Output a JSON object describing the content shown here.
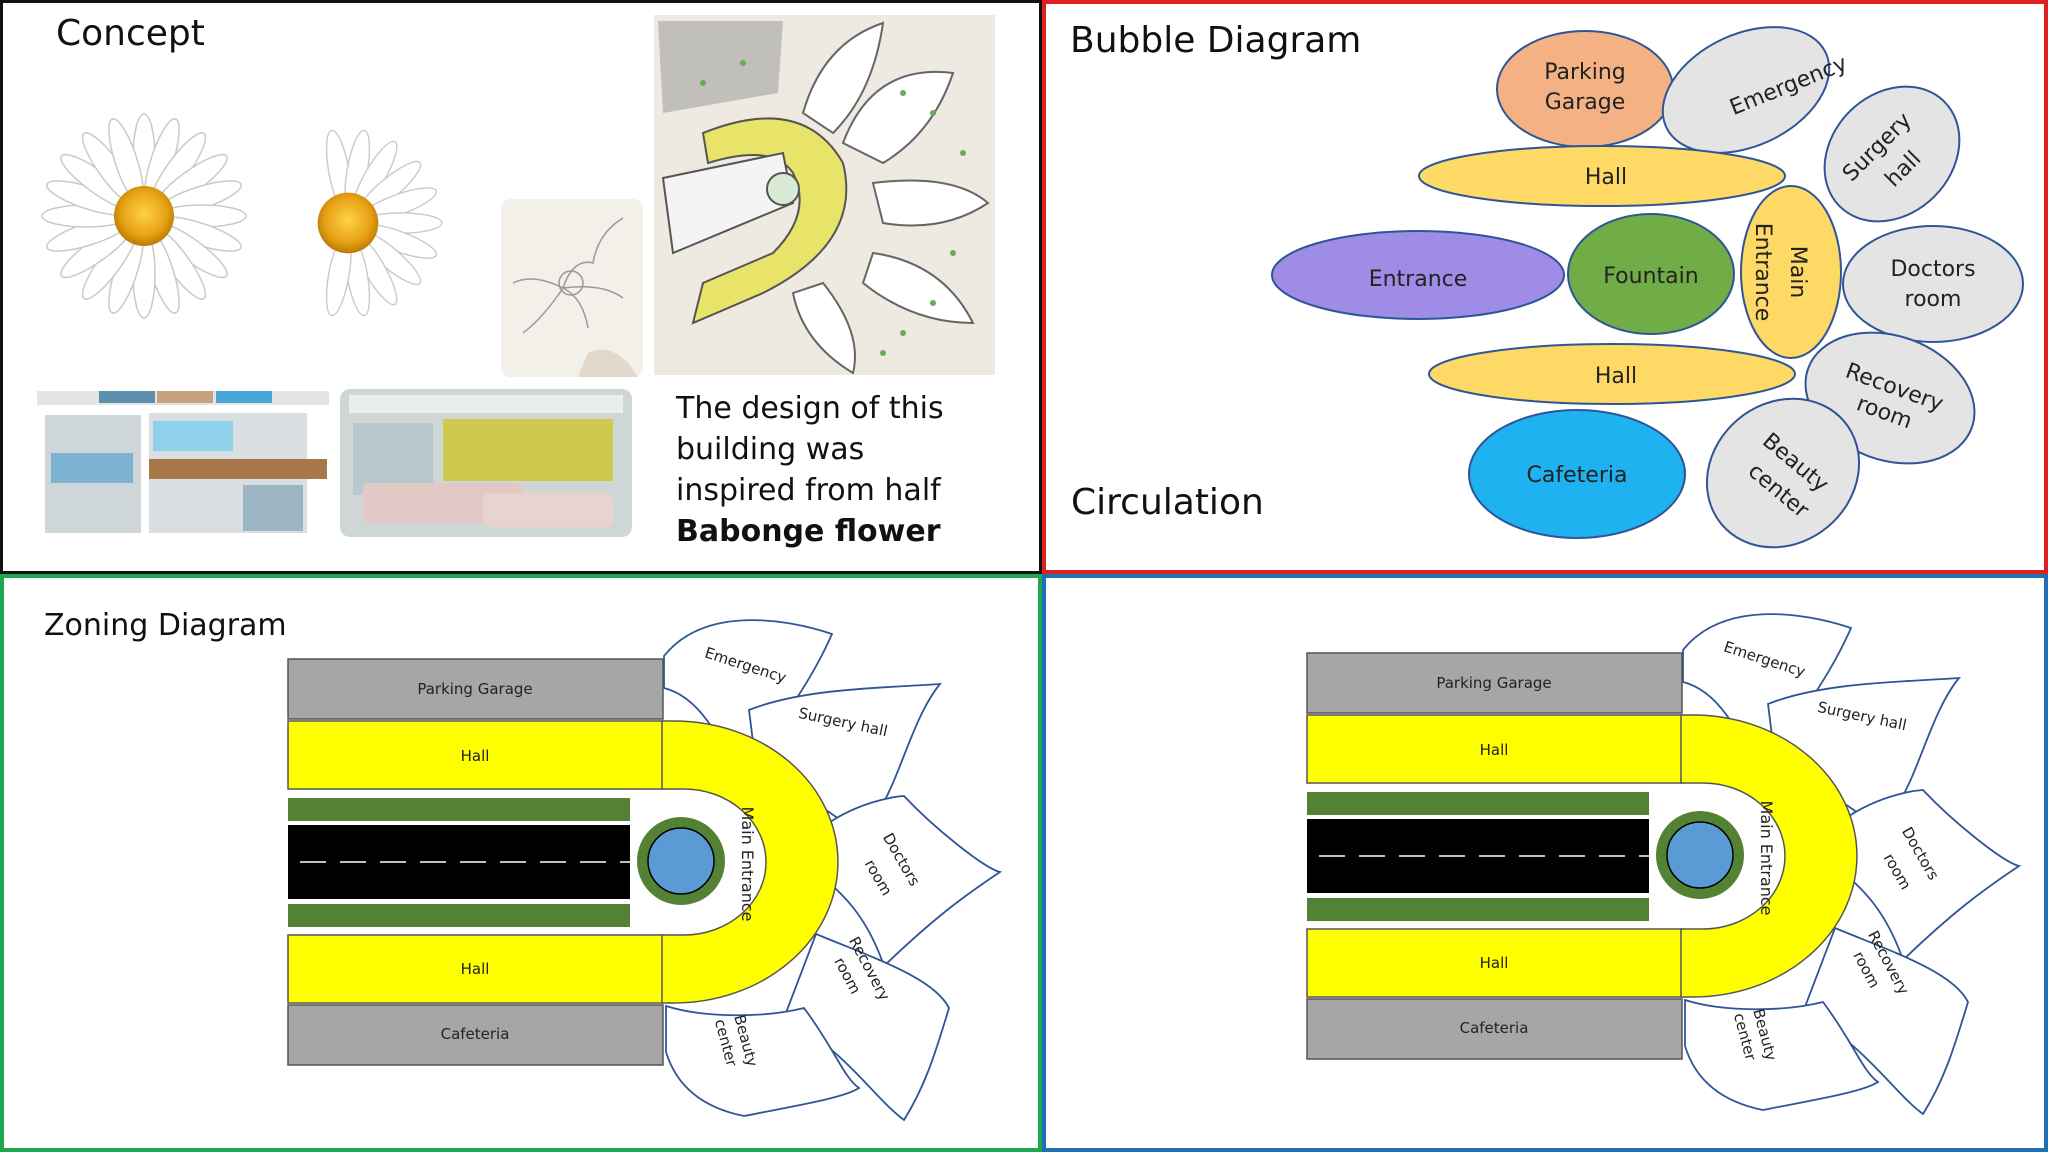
{
  "concept": {
    "title": "Concept",
    "description": "The design of this building was inspired from half",
    "description_bold": "Babonge flower"
  },
  "bubble": {
    "title": "Bubble Diagram",
    "subtitle": "Circulation",
    "bubbles": {
      "parking1": "Parking",
      "parking2": "Garage",
      "emergency": "Emergency",
      "surgery1": "Surgery",
      "surgery2": "hall",
      "hall_top": "Hall",
      "entrance": "Entrance",
      "fountain": "Fountain",
      "main1": "Main",
      "main2": "Entrance",
      "doctors1": "Doctors",
      "doctors2": "room",
      "hall_bottom": "Hall",
      "recovery1": "Recovery",
      "recovery2": "room",
      "cafeteria": "Cafeteria",
      "beauty1": "Beauty",
      "beauty2": "center"
    },
    "colors": {
      "hall": "#FFD966",
      "parking": "#F4B183",
      "entrance": "#9E8CE6",
      "fountain": "#70AD47",
      "cafeteria": "#1FB2F0",
      "petal": "#E4E4E4",
      "outline": "#2F5597"
    }
  },
  "zoning": {
    "title": "Zoning Diagram",
    "labels": {
      "parking": "Parking Garage",
      "hall_top": "Hall",
      "hall_bottom": "Hall",
      "cafeteria": "Cafeteria",
      "main_entrance": "Main Entrance",
      "emergency": "Emergency",
      "surgery": "Surgery hall",
      "doctors1": "Doctors",
      "doctors2": "room",
      "recovery1": "Recovery",
      "recovery2": "room",
      "beauty1": "Beauty",
      "beauty2": "center"
    },
    "colors": {
      "yellow": "#FFFF00",
      "gray": "#A6A6A6",
      "green": "#548235",
      "road": "#000000",
      "water": "#5B9BD5"
    }
  },
  "plan2": {
    "labels": {
      "parking": "Parking Garage",
      "hall_top": "Hall",
      "hall_bottom": "Hall",
      "cafeteria": "Cafeteria",
      "main_entrance": "Main Entrance",
      "emergency": "Emergency",
      "surgery": "Surgery hall",
      "doctors1": "Doctors",
      "doctors2": "room",
      "recovery1": "Recovery",
      "recovery2": "room",
      "beauty1": "Beauty",
      "beauty2": "center"
    }
  }
}
